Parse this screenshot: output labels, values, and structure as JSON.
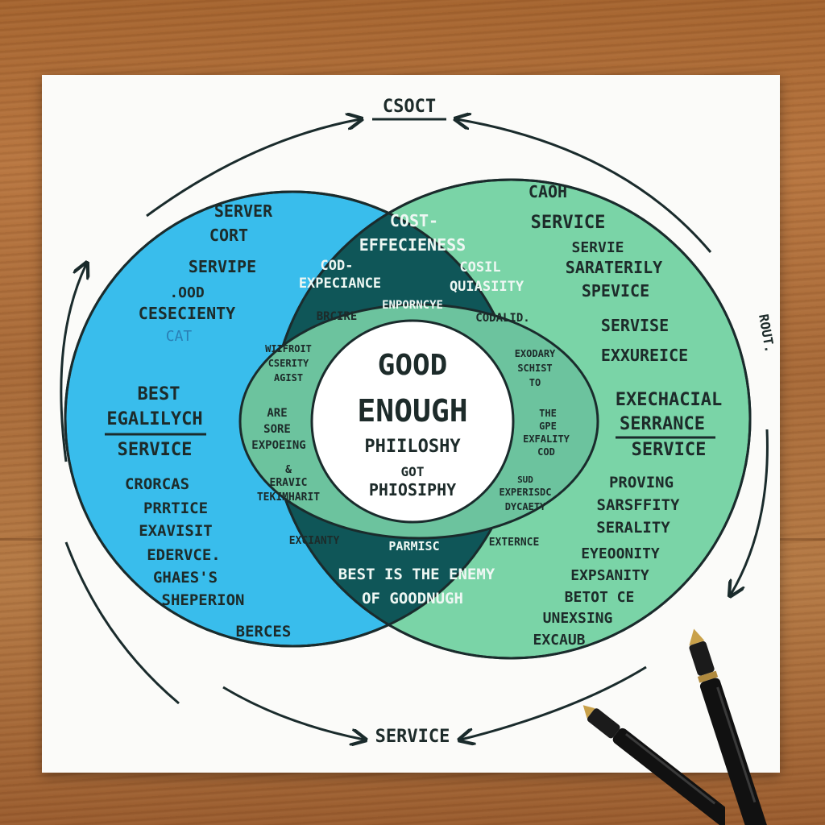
{
  "labels": {
    "top": "CSOCT",
    "bottom": "SERVICE",
    "right_margin": "ROUT."
  },
  "left_circle": {
    "items": [
      "SERVER",
      "CORT",
      "SERVIPE",
      ".OOD",
      "CESECIENTY",
      "CAT",
      "BEST",
      "EGALILYCH",
      "SERVICE",
      "CRORCAS",
      "PRRTICE",
      "EXAVISIT",
      "EDERVCE.",
      "GHAES'S",
      "SHEPERION",
      "BERCES"
    ]
  },
  "right_circle": {
    "items": [
      "CAOH",
      "SERVICE",
      "SERVIE",
      "SARATERILY",
      "SPEVICE",
      "SERVISE",
      "EXXUREICE",
      "EXECHACIAL",
      "SERRANCE",
      "SERVICE",
      "PROVING",
      "SARSFFITY",
      "SERALITY",
      "EYEOONITY",
      "EXPSANITY",
      "BETOT CE",
      "UNEXSING",
      "EXCAUB"
    ]
  },
  "overlap": {
    "upper": [
      "COST-",
      "EFFECIENESS",
      "COD-",
      "EXPECIANCE",
      "COSIL",
      "QUIASIITY",
      "ENPORNCYE"
    ],
    "ring_items": [
      "BRCIRE",
      "CODALID.",
      "WIIFROIT",
      "CSERITY",
      "AGIST",
      "EXODARY",
      "SCHIST",
      "TO",
      "ARE",
      "SORE",
      "EXPOEING",
      "THE",
      "GPE",
      "EXFALITY",
      "COD",
      "&",
      "ERAVIC",
      "TEKIMHARIT",
      "SUD",
      "EXPERISDC",
      "DYCAETY",
      "EXCIANTY",
      "PARMISC",
      "EXTERNCE"
    ],
    "lower": [
      "BEST IS THE ENEMY",
      "OF GOODNUGH"
    ]
  },
  "center": {
    "lines": [
      "GOOD",
      "ENOUGH",
      "PHIILOSHY",
      "GOT",
      "PHIOSIPHY"
    ]
  },
  "colors": {
    "left_fill": "#39bdec",
    "right_fill": "#7ad4a7",
    "overlap_fill": "#0f5658",
    "ring_fill": "#6cc39e",
    "center_fill": "#ffffff",
    "outline": "#1a2b2c"
  }
}
